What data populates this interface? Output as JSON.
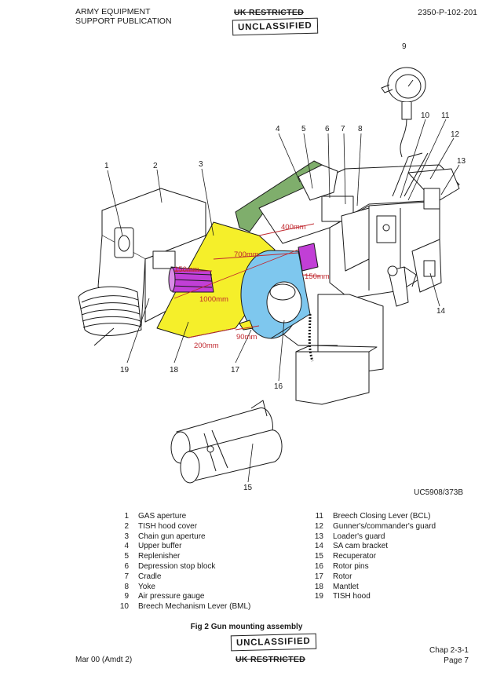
{
  "header": {
    "publication_line1": "ARMY EQUIPMENT",
    "publication_line2": "SUPPORT PUBLICATION",
    "restriction": "UK RESTRICTED",
    "classification": "UNCLASSIFIED",
    "doc_number": "2350-P-102-201"
  },
  "figure": {
    "callouts": [
      "1",
      "2",
      "3",
      "4",
      "5",
      "6",
      "7",
      "8",
      "9",
      "10",
      "11",
      "12",
      "13",
      "14",
      "15",
      "16",
      "17",
      "18",
      "19"
    ],
    "annotations": [
      "400mm",
      "700mm",
      "150mm",
      "150mm",
      "1000mm",
      "200mm",
      "90mm"
    ],
    "drawing_ref": "UC5908/373B",
    "caption": "Fig 2  Gun mounting assembly"
  },
  "legend": {
    "left": [
      {
        "num": "1",
        "label": "GAS aperture"
      },
      {
        "num": "2",
        "label": "TISH hood cover"
      },
      {
        "num": "3",
        "label": "Chain gun aperture"
      },
      {
        "num": "4",
        "label": "Upper buffer"
      },
      {
        "num": "5",
        "label": "Replenisher"
      },
      {
        "num": "6",
        "label": "Depression stop block"
      },
      {
        "num": "7",
        "label": "Cradle"
      },
      {
        "num": "8",
        "label": "Yoke"
      },
      {
        "num": "9",
        "label": "Air pressure gauge"
      },
      {
        "num": "10",
        "label": "Breech Mechanism Lever (BML)"
      }
    ],
    "right": [
      {
        "num": "11",
        "label": "Breech Closing Lever (BCL)"
      },
      {
        "num": "12",
        "label": "Gunner's/commander's guard"
      },
      {
        "num": "13",
        "label": "Loader's guard"
      },
      {
        "num": "14",
        "label": "SA cam bracket"
      },
      {
        "num": "15",
        "label": "Recuperator"
      },
      {
        "num": "16",
        "label": "Rotor pins"
      },
      {
        "num": "17",
        "label": "Rotor"
      },
      {
        "num": "18",
        "label": "Mantlet"
      },
      {
        "num": "19",
        "label": "TISH hood"
      }
    ]
  },
  "footer": {
    "classification": "UNCLASSIFIED",
    "restriction": "UK RESTRICTED",
    "date": "Mar 00 (Amdt 2)",
    "chapter": "Chap 2-3-1",
    "page": "Page 7"
  }
}
